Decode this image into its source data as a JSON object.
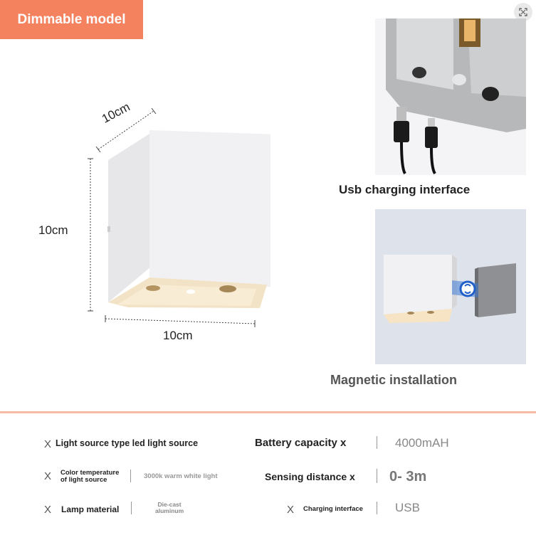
{
  "badge": {
    "label": "Dimmable model"
  },
  "dimensions": {
    "top": "10cm",
    "left": "10cm",
    "bottom": "10cm"
  },
  "captions": {
    "usb": "Usb charging interface",
    "magnetic": "Magnetic installation"
  },
  "specs": {
    "light_source": "Light source type led light source",
    "color_temp_label_1": "Color temperature",
    "color_temp_label_2": "of light source",
    "color_temp_value": "3000k warm white light",
    "lamp_material_label": "Lamp material",
    "lamp_material_value_1": "Die-cast",
    "lamp_material_value_2": "aluminum",
    "battery_label": "Battery capacity x",
    "battery_value": "4000mAH",
    "sensing_label": "Sensing distance x",
    "sensing_value": "0- 3m",
    "charging_label": "Charging interface",
    "charging_value": "USB",
    "x_mark": "X"
  },
  "colors": {
    "accent": "#f4825f",
    "divider": "#f7b9a3"
  }
}
